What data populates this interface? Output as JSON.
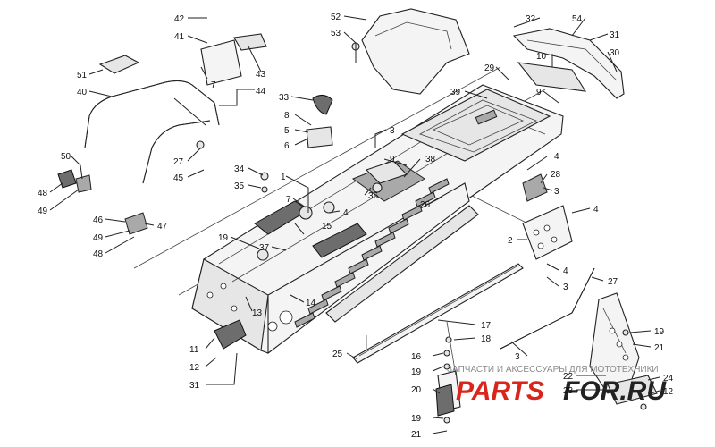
{
  "callouts": [
    {
      "id": "c42",
      "text": "42"
    },
    {
      "id": "c41",
      "text": "41"
    },
    {
      "id": "c43",
      "text": "43"
    },
    {
      "id": "c7a",
      "text": "7"
    },
    {
      "id": "c44",
      "text": "44"
    },
    {
      "id": "c51",
      "text": "51"
    },
    {
      "id": "c40",
      "text": "40"
    },
    {
      "id": "c52",
      "text": "52"
    },
    {
      "id": "c53",
      "text": "53"
    },
    {
      "id": "c32",
      "text": "32"
    },
    {
      "id": "c54",
      "text": "54"
    },
    {
      "id": "c31a",
      "text": "31"
    },
    {
      "id": "c10",
      "text": "10"
    },
    {
      "id": "c30",
      "text": "30"
    },
    {
      "id": "c29",
      "text": "29"
    },
    {
      "id": "c39",
      "text": "39"
    },
    {
      "id": "c9a",
      "text": "9"
    },
    {
      "id": "c33",
      "text": "33"
    },
    {
      "id": "c8",
      "text": "8"
    },
    {
      "id": "c5",
      "text": "5"
    },
    {
      "id": "c6",
      "text": "6"
    },
    {
      "id": "c3a",
      "text": "3"
    },
    {
      "id": "c50",
      "text": "50"
    },
    {
      "id": "c27a",
      "text": "27"
    },
    {
      "id": "c45",
      "text": "45"
    },
    {
      "id": "c48a",
      "text": "48"
    },
    {
      "id": "c49a",
      "text": "49"
    },
    {
      "id": "c34",
      "text": "34"
    },
    {
      "id": "c35",
      "text": "35"
    },
    {
      "id": "c1",
      "text": "1"
    },
    {
      "id": "c9b",
      "text": "9"
    },
    {
      "id": "c38",
      "text": "38"
    },
    {
      "id": "c4a",
      "text": "4"
    },
    {
      "id": "c28",
      "text": "28"
    },
    {
      "id": "c3b",
      "text": "3"
    },
    {
      "id": "c7b",
      "text": "7"
    },
    {
      "id": "c36",
      "text": "36"
    },
    {
      "id": "c4b",
      "text": "4"
    },
    {
      "id": "c26",
      "text": "26"
    },
    {
      "id": "c4c",
      "text": "4"
    },
    {
      "id": "c46",
      "text": "46"
    },
    {
      "id": "c47",
      "text": "47"
    },
    {
      "id": "c49b",
      "text": "49"
    },
    {
      "id": "c48b",
      "text": "48"
    },
    {
      "id": "c15",
      "text": "15"
    },
    {
      "id": "c19a",
      "text": "19"
    },
    {
      "id": "c37",
      "text": "37"
    },
    {
      "id": "c2",
      "text": "2"
    },
    {
      "id": "c4d",
      "text": "4"
    },
    {
      "id": "c3c",
      "text": "3"
    },
    {
      "id": "c27b",
      "text": "27"
    },
    {
      "id": "c14",
      "text": "14"
    },
    {
      "id": "c13",
      "text": "13"
    },
    {
      "id": "c17",
      "text": "17"
    },
    {
      "id": "c18",
      "text": "18"
    },
    {
      "id": "c16",
      "text": "16"
    },
    {
      "id": "c3d",
      "text": "3"
    },
    {
      "id": "c19b",
      "text": "19"
    },
    {
      "id": "c21a",
      "text": "21"
    },
    {
      "id": "c11",
      "text": "11"
    },
    {
      "id": "c12a",
      "text": "12"
    },
    {
      "id": "c25",
      "text": "25"
    },
    {
      "id": "c31b",
      "text": "31"
    },
    {
      "id": "c19c",
      "text": "19"
    },
    {
      "id": "c20",
      "text": "20"
    },
    {
      "id": "c22",
      "text": "22"
    },
    {
      "id": "c23",
      "text": "23"
    },
    {
      "id": "c24",
      "text": "24"
    },
    {
      "id": "c12b",
      "text": "12"
    },
    {
      "id": "c19d",
      "text": "19"
    },
    {
      "id": "c21b",
      "text": "21"
    }
  ],
  "watermark": {
    "tagline": "ЗАПЧАСТИ И АКСЕССУАРЫ ДЛЯ МОТОТЕХНИКИ",
    "brand_left": "PARTS",
    "brand_right": "FOR.RU",
    "brand_color_left": "#d9251c",
    "brand_color_right": "#222222"
  }
}
